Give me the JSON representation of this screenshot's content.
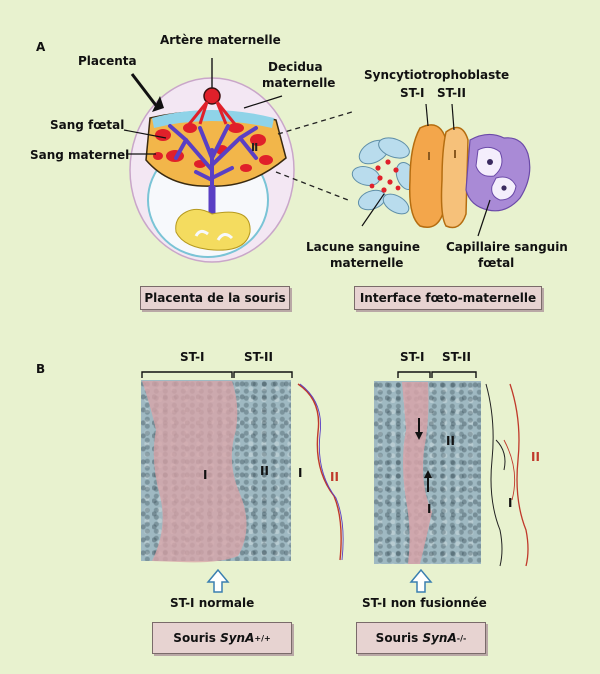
{
  "panel_a": {
    "letter": "A",
    "labels": {
      "placenta": "Placenta",
      "artere": "Artère maternelle",
      "decidua_1": "Decidua",
      "decidua_2": "maternelle",
      "sang_foetal": "Sang fœtal",
      "sang_maternel": "Sang maternel",
      "syncytio": "Syncytiotrophoblaste",
      "st1": "ST-I",
      "st2": "ST-II",
      "lacune_1": "Lacune sanguine",
      "lacune_2": "maternelle",
      "capillaire_1": "Capillaire sanguin",
      "capillaire_2": "fœtal",
      "roman_i": "I",
      "roman_ii": "II"
    },
    "caption_left": "Placenta de la souris",
    "caption_right": "Interface fœto-maternelle"
  },
  "panel_b": {
    "letter": "B",
    "left": {
      "st1": "ST-I",
      "st2": "ST-II",
      "roman_i": "I",
      "roman_ii": "II",
      "trace_i": "I",
      "trace_ii": "II",
      "arrow_caption": "ST-I normale",
      "box_prefix": "Souris ",
      "box_gene": "SynA",
      "box_sup": "+/+"
    },
    "right": {
      "st1": "ST-I",
      "st2": "ST-II",
      "roman_i": "I",
      "roman_ii": "II",
      "trace_i": "I",
      "trace_ii": "II",
      "arrow_caption": "ST-I non fusionnée",
      "box_prefix": "Souris ",
      "box_gene": "SynA",
      "box_sup": "-/-"
    }
  },
  "colors": {
    "background": "#e8f2cf",
    "maternal_blood": "#e0202a",
    "foetal_vessels": "#5a3fc4",
    "st1_orange": "#f3a64b",
    "st2_orange": "#f6c17a",
    "cell_blue": "#b9dced",
    "capillary_purple": "#a98ad6",
    "caption_box": "#e7d3d1",
    "trace_red": "#c0392b"
  }
}
